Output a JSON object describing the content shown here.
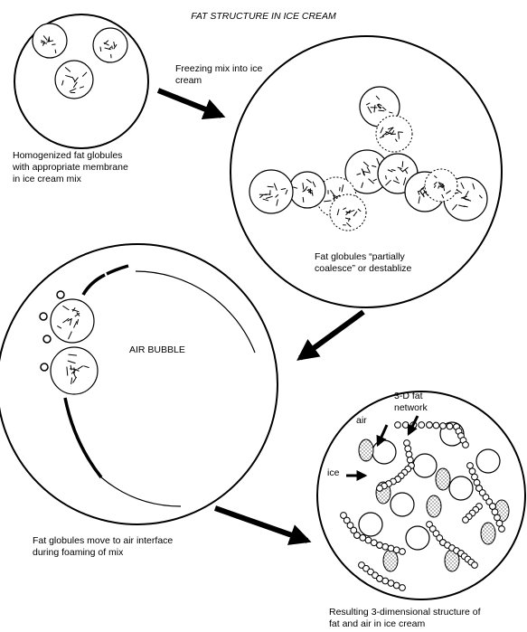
{
  "title": "FAT STRUCTURE IN ICE CREAM",
  "labels": {
    "homogenized": "Homogenized fat globules\nwith appropriate membrane\nin ice cream mix",
    "freezing": "Freezing mix into ice\ncream",
    "coalesce": "Fat globules “partially\ncoalesce” or destablize",
    "air_bubble": "AIR BUBBLE",
    "foaming": "Fat globules move to air interface\nduring foaming of mix",
    "result": "Resulting 3-dimensional structure of\nfat and air in ice cream",
    "fat_network": "3-D fat\nnetwork",
    "air": "air",
    "ice": "ice"
  },
  "colors": {
    "ink": "#000000",
    "paper": "#ffffff",
    "stipple": "#7a7a7a"
  }
}
